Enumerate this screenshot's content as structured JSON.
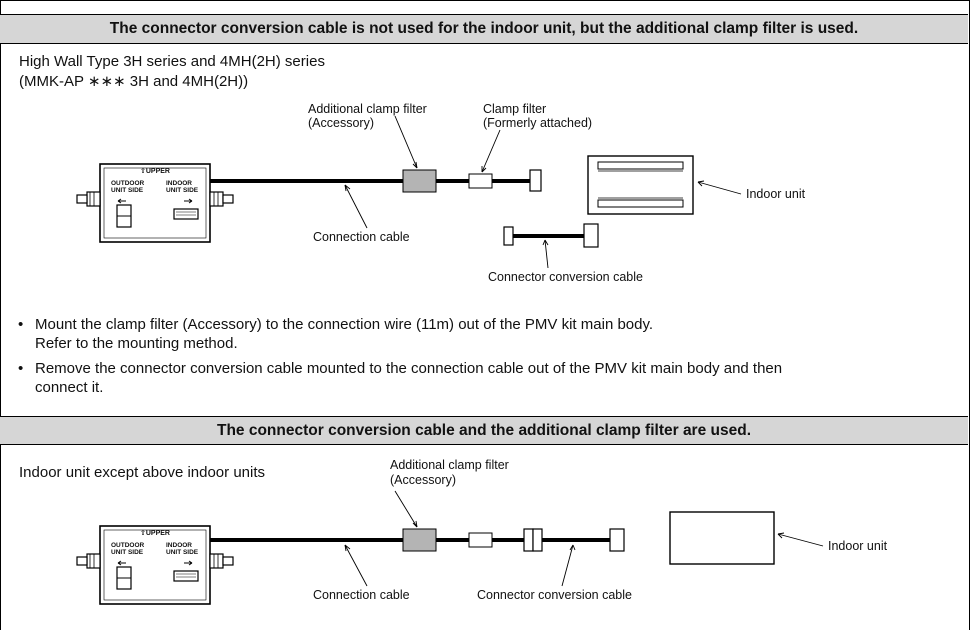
{
  "section1": {
    "header": "The connector conversion cable is not used for the indoor unit, but the additional clamp filter is used.",
    "title_line1": "High Wall Type 3H series and 4MH(2H) series",
    "title_line2": "(MMK-AP ∗∗∗ 3H and 4MH(2H))",
    "labels": {
      "additional_clamp_filter": "Additional clamp filter",
      "accessory": "(Accessory)",
      "clamp_filter": "Clamp filter",
      "formerly_attached": "(Formerly attached)",
      "indoor_unit": "Indoor unit",
      "connection_cable": "Connection cable",
      "connector_conversion_cable": "Connector conversion cable"
    },
    "kit_box": {
      "upper": "⇧UPPER",
      "outdoor_side": "OUTDOOR UNIT SIDE",
      "indoor_side": "INDOOR UNIT SIDE"
    },
    "bullets": [
      {
        "line1": "Mount the clamp filter (Accessory) to the connection wire (11m) out of the PMV kit main body.",
        "line2": "Refer to the mounting method."
      },
      {
        "line1": "Remove the connector conversion cable mounted to the connection cable out of the PMV kit main body and then",
        "line2": "connect it."
      }
    ]
  },
  "section2": {
    "header": "The connector conversion cable and the additional clamp filter are used.",
    "title": "Indoor unit except above indoor units",
    "labels": {
      "additional_clamp_filter": "Additional clamp filter",
      "accessory": "(Accessory)",
      "indoor_unit": "Indoor unit",
      "connection_cable": "Connection cable",
      "connector_conversion_cable": "Connector conversion cable"
    },
    "kit_box": {
      "upper": "⇧UPPER",
      "outdoor_side": "OUTDOOR UNIT SIDE",
      "indoor_side": "INDOOR UNIT SIDE"
    }
  },
  "colors": {
    "header_bg": "#d6d6d6",
    "filter_fill": "#b4b4b4"
  }
}
